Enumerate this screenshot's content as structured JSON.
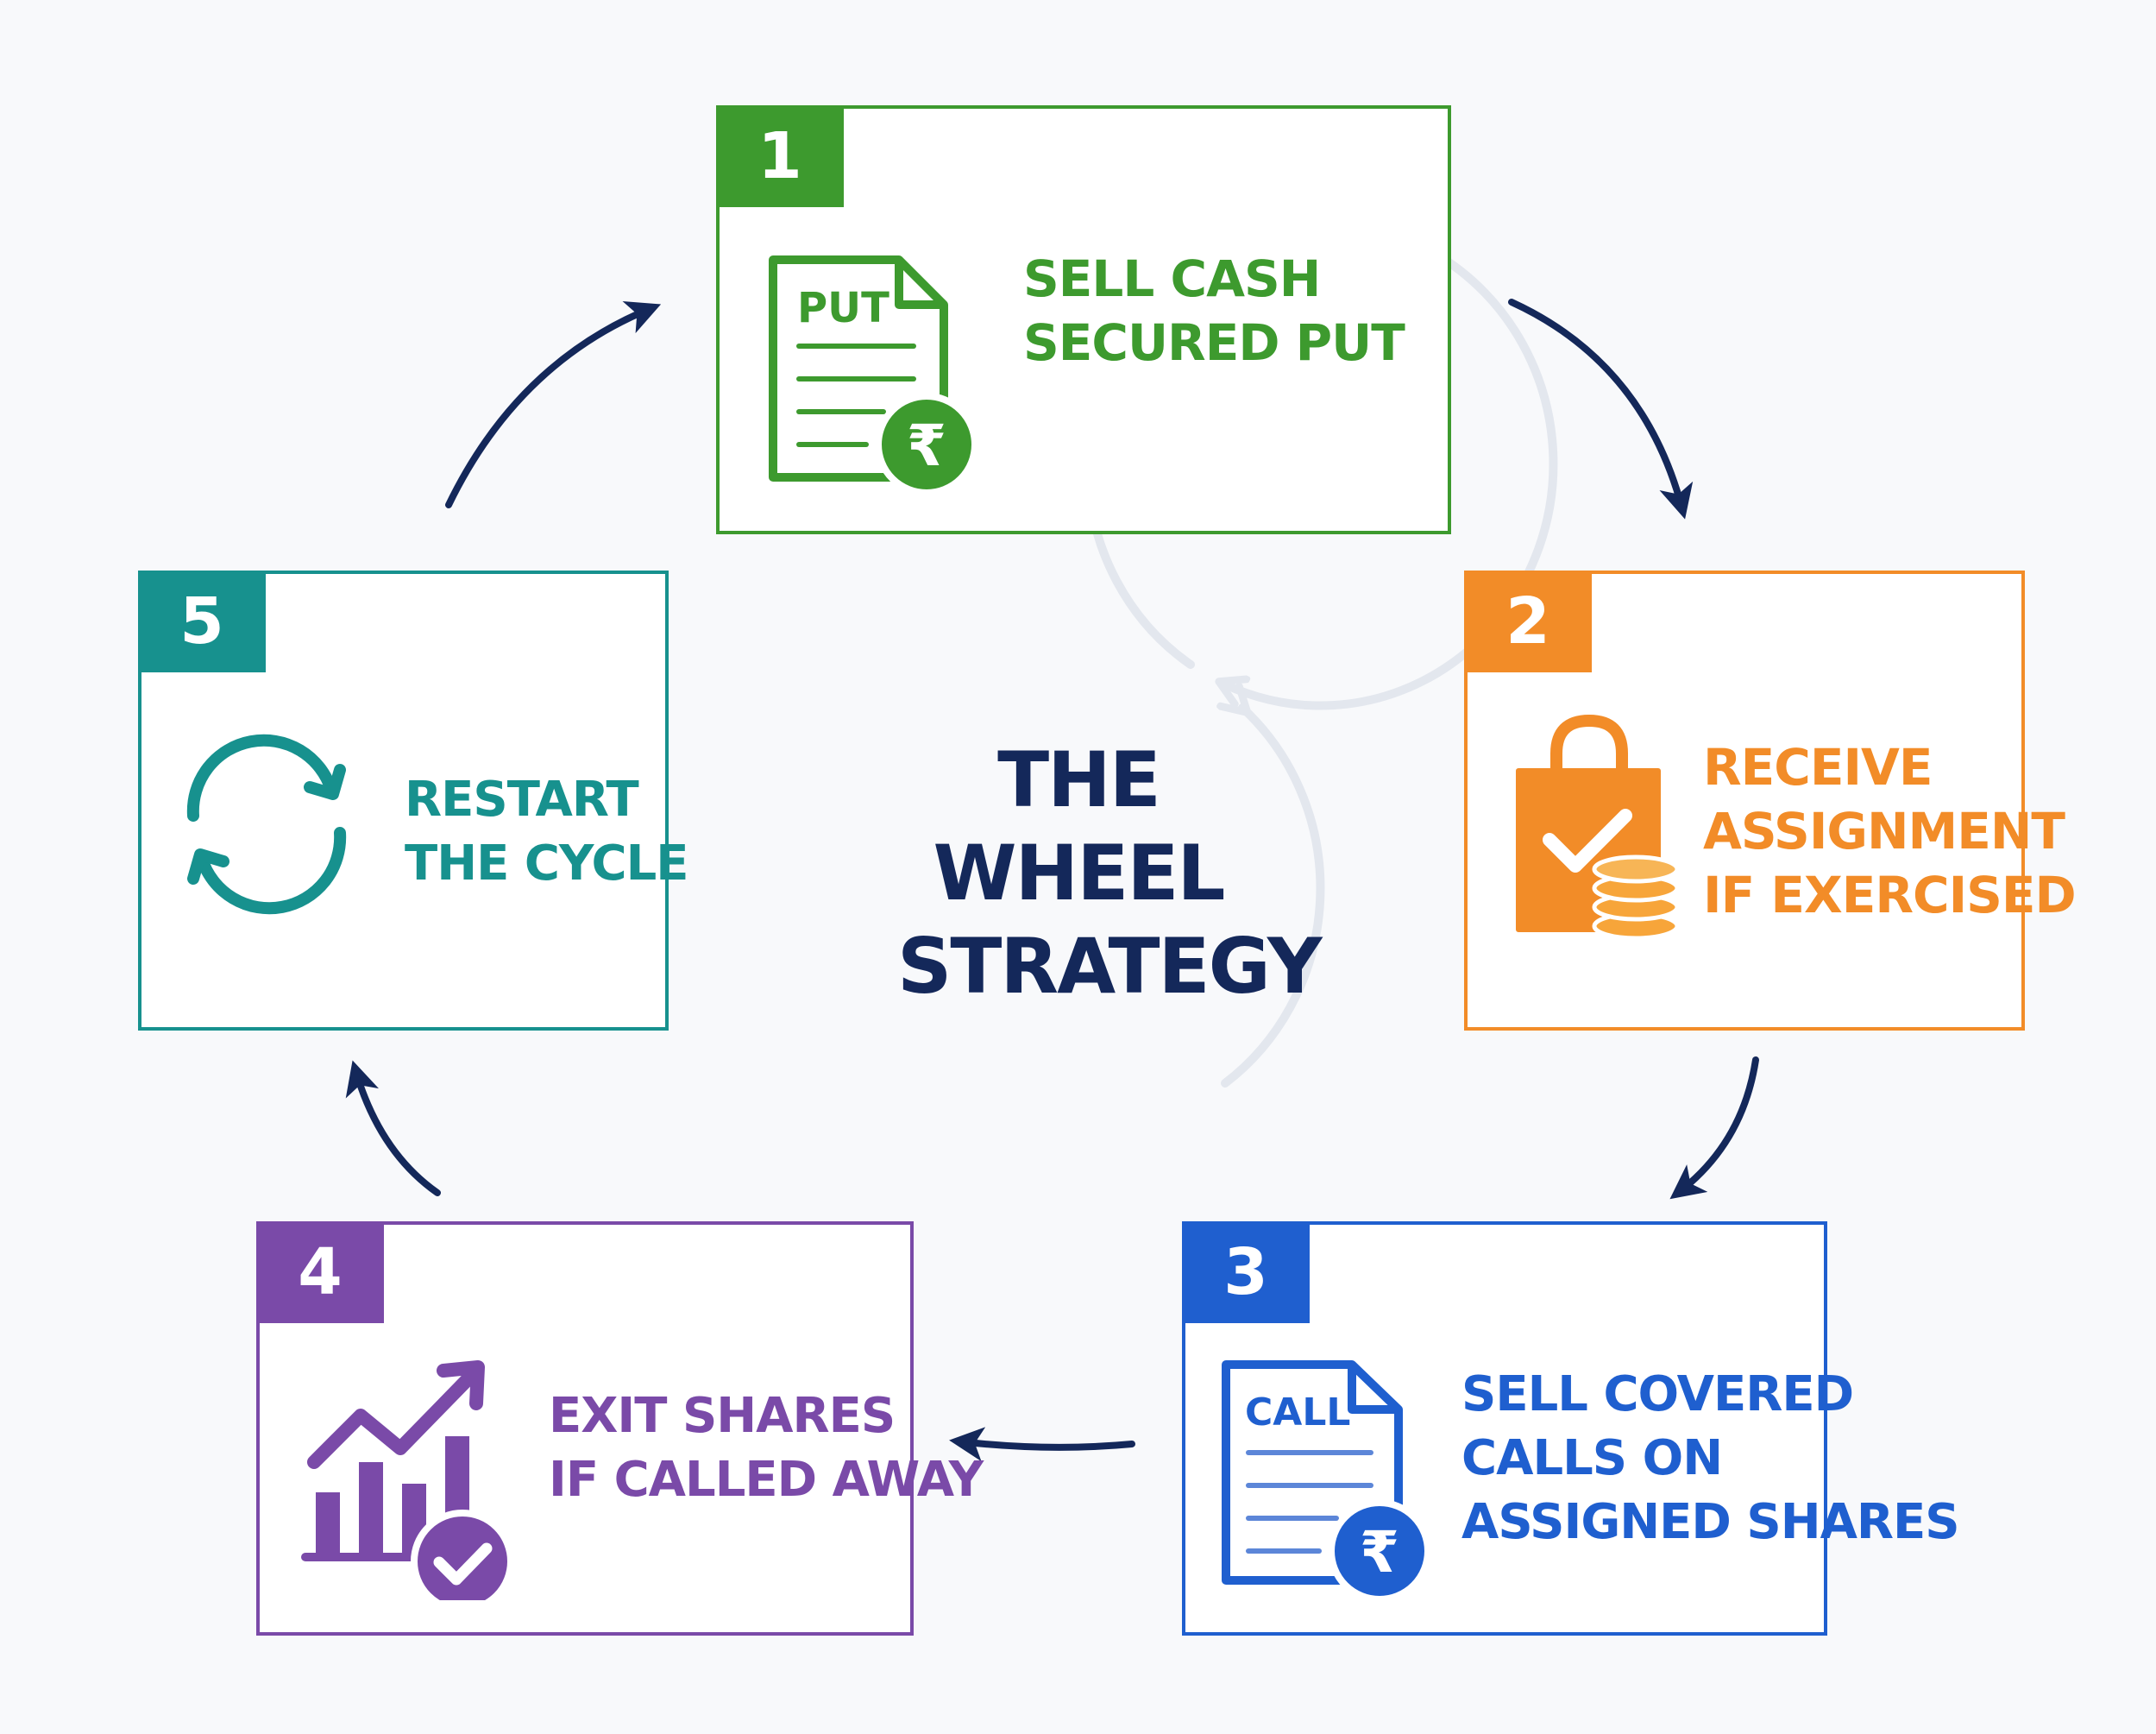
{
  "title": [
    "THE",
    "WHEEL",
    "STRATEGY"
  ],
  "colors": {
    "navy": "#14285a",
    "green": "#3d9a2e",
    "orange": "#f28c28",
    "blue": "#1f5fcf",
    "purple": "#7a4aa8",
    "teal": "#17918e",
    "ring": "#e3e7ee"
  },
  "steps": [
    {
      "number": "1",
      "lines": [
        "SELL CASH",
        "SECURED PUT"
      ],
      "doc_label": "PUT",
      "currency": "₹",
      "icon": "put-document-rupee-icon"
    },
    {
      "number": "2",
      "lines": [
        "RECEIVE",
        "ASSIGNMENT",
        "IF EXERCISED"
      ],
      "icon": "shopping-bag-check-coins-icon"
    },
    {
      "number": "3",
      "lines": [
        "SELL COVERED",
        "CALLS ON",
        "ASSIGNED SHARES"
      ],
      "doc_label": "CALL",
      "currency": "₹",
      "icon": "call-document-rupee-icon"
    },
    {
      "number": "4",
      "lines": [
        "EXIT SHARES",
        "IF CALLED AWAY"
      ],
      "icon": "growth-chart-check-icon"
    },
    {
      "number": "5",
      "lines": [
        "RESTART",
        "THE CYCLE"
      ],
      "icon": "refresh-cycle-icon"
    }
  ]
}
